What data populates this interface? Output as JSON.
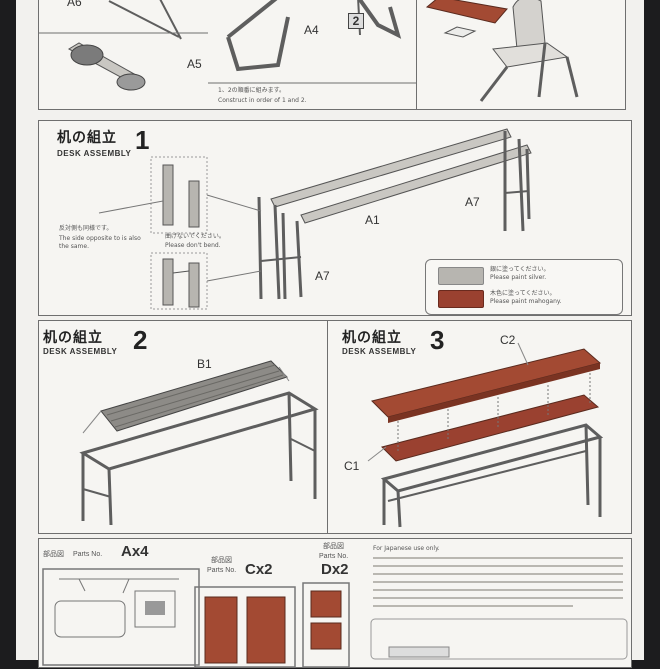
{
  "colors": {
    "paint_gray": "#b7b5b0",
    "paint_brown": "#9a4130",
    "line_dark": "#5e5e5e",
    "table_top": "#a34a33"
  },
  "top": {
    "labels": {
      "a6": "A6",
      "a5": "A5",
      "a4": "A4",
      "step_marker": "2"
    },
    "note_jp": "1、2の順番に組みます。",
    "note_en": "Construct in order of 1 and 2."
  },
  "step1": {
    "title_jp": "机の組立",
    "title_en": "DESK ASSEMBLY",
    "number": "1",
    "label_a1": "A1",
    "label_a7_top": "A7",
    "label_a7_bottom": "A7",
    "note_left_jp": "反対側も同様です。",
    "note_left_en": "The side opposite to is also the same.",
    "note_center_jp": "曲げないでください。",
    "note_center_en": "Please don't bend.",
    "paint_legend": [
      {
        "jp": "銀に塗ってください。",
        "en": "Please paint silver."
      },
      {
        "jp": "木色に塗ってください。",
        "en": "Please paint mahogany."
      }
    ]
  },
  "step2": {
    "title_jp": "机の組立",
    "title_en": "DESK ASSEMBLY",
    "number": "2",
    "label_b1": "B1"
  },
  "step3": {
    "title_jp": "机の組立",
    "title_en": "DESK ASSEMBLY",
    "number": "3",
    "label_c1": "C1",
    "label_c2": "C2"
  },
  "parts": {
    "a": {
      "label_jp": "部品図",
      "label_en": "Parts No.",
      "count": "Ax4"
    },
    "c": {
      "label_jp": "部品図",
      "label_en": "Parts No.",
      "count": "Cx2"
    },
    "d": {
      "label_jp": "部品図",
      "label_en": "Parts No.",
      "count": "Dx2"
    },
    "customer_note_en": "For Japanese use only."
  }
}
